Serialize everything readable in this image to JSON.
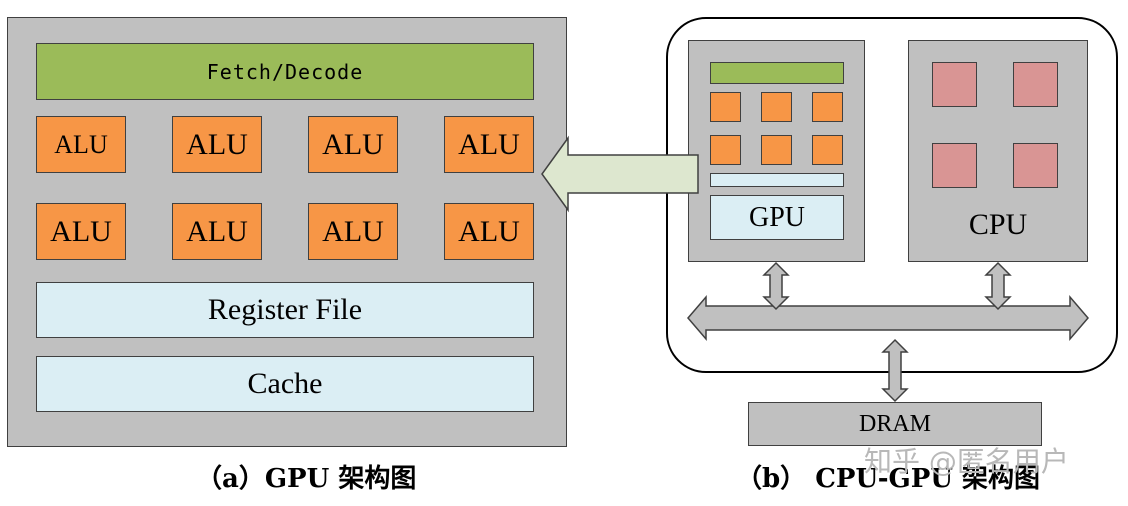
{
  "gpu_diagram": {
    "fetch_decode_label": "Fetch/Decode",
    "alu_rows": [
      [
        "ALU",
        "ALU",
        "ALU",
        "ALU"
      ],
      [
        "ALU",
        "ALU",
        "ALU",
        "ALU"
      ]
    ],
    "register_file_label": "Register File",
    "cache_label": "Cache"
  },
  "system_diagram": {
    "gpu_label": "GPU",
    "cpu_label": "CPU",
    "dram_label": "DRAM"
  },
  "captions": {
    "left": "（a）GPU 架构图",
    "right": "（b） CPU-GPU 架构图"
  },
  "watermark": "知乎 @匿名用户",
  "colors": {
    "container_gray": "#c0c0c0",
    "fetch_green": "#9bbb59",
    "alu_orange": "#f79646",
    "memory_light_blue": "#dbeef4",
    "cpu_core_pink": "#d99594",
    "arrow_fill": "#dde7cf"
  }
}
